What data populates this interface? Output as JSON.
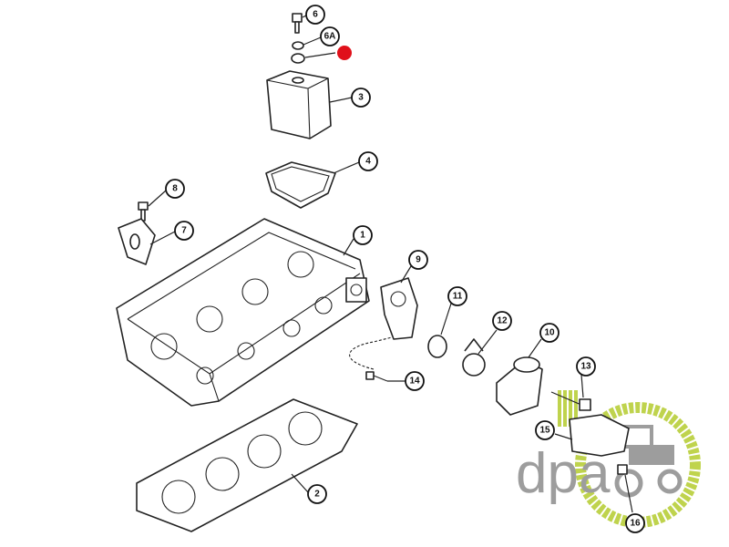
{
  "diagram": {
    "callouts": [
      {
        "id": "6",
        "label": "6"
      },
      {
        "id": "6A",
        "label": "6A"
      },
      {
        "id": "3",
        "label": "3"
      },
      {
        "id": "4",
        "label": "4"
      },
      {
        "id": "8",
        "label": "8"
      },
      {
        "id": "7",
        "label": "7"
      },
      {
        "id": "1",
        "label": "1"
      },
      {
        "id": "9",
        "label": "9"
      },
      {
        "id": "11",
        "label": "11"
      },
      {
        "id": "12",
        "label": "12"
      },
      {
        "id": "10",
        "label": "10"
      },
      {
        "id": "13",
        "label": "13"
      },
      {
        "id": "14",
        "label": "14"
      },
      {
        "id": "15",
        "label": "15"
      },
      {
        "id": "16",
        "label": "16"
      },
      {
        "id": "2",
        "label": "2"
      }
    ],
    "highlight_color": "#e0101a"
  },
  "watermark": {
    "text": "dpa",
    "accent_color": "#b5cc2e",
    "text_color": "#8c8c8c"
  }
}
